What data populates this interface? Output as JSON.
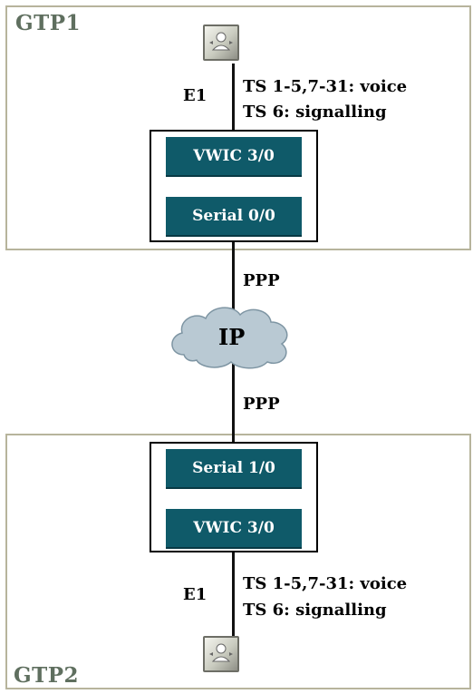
{
  "sites": {
    "top": {
      "label": "GTP1"
    },
    "bottom": {
      "label": "GTP2"
    }
  },
  "top_router": {
    "modules": [
      "VWIC 3/0",
      "Serial 0/0"
    ],
    "e1_label": "E1",
    "ts_lines": [
      "TS 1-5,7-31: voice",
      "TS 6: signalling"
    ]
  },
  "bottom_router": {
    "modules": [
      "Serial 1/0",
      "VWIC 3/0"
    ],
    "e1_label": "E1",
    "ts_lines": [
      "TS 1-5,7-31: voice",
      "TS 6: signalling"
    ]
  },
  "links": {
    "upper": "PPP",
    "lower": "PPP"
  },
  "cloud": {
    "label": "IP",
    "color": "#b9c9d3"
  },
  "colors": {
    "module": "#0f5a69",
    "site_border": "#b7b49c",
    "site_label": "#5f6f5f"
  },
  "icons": {
    "device_top": "pbx-phone-icon",
    "device_bottom": "pbx-phone-icon",
    "network": "cloud-icon"
  }
}
